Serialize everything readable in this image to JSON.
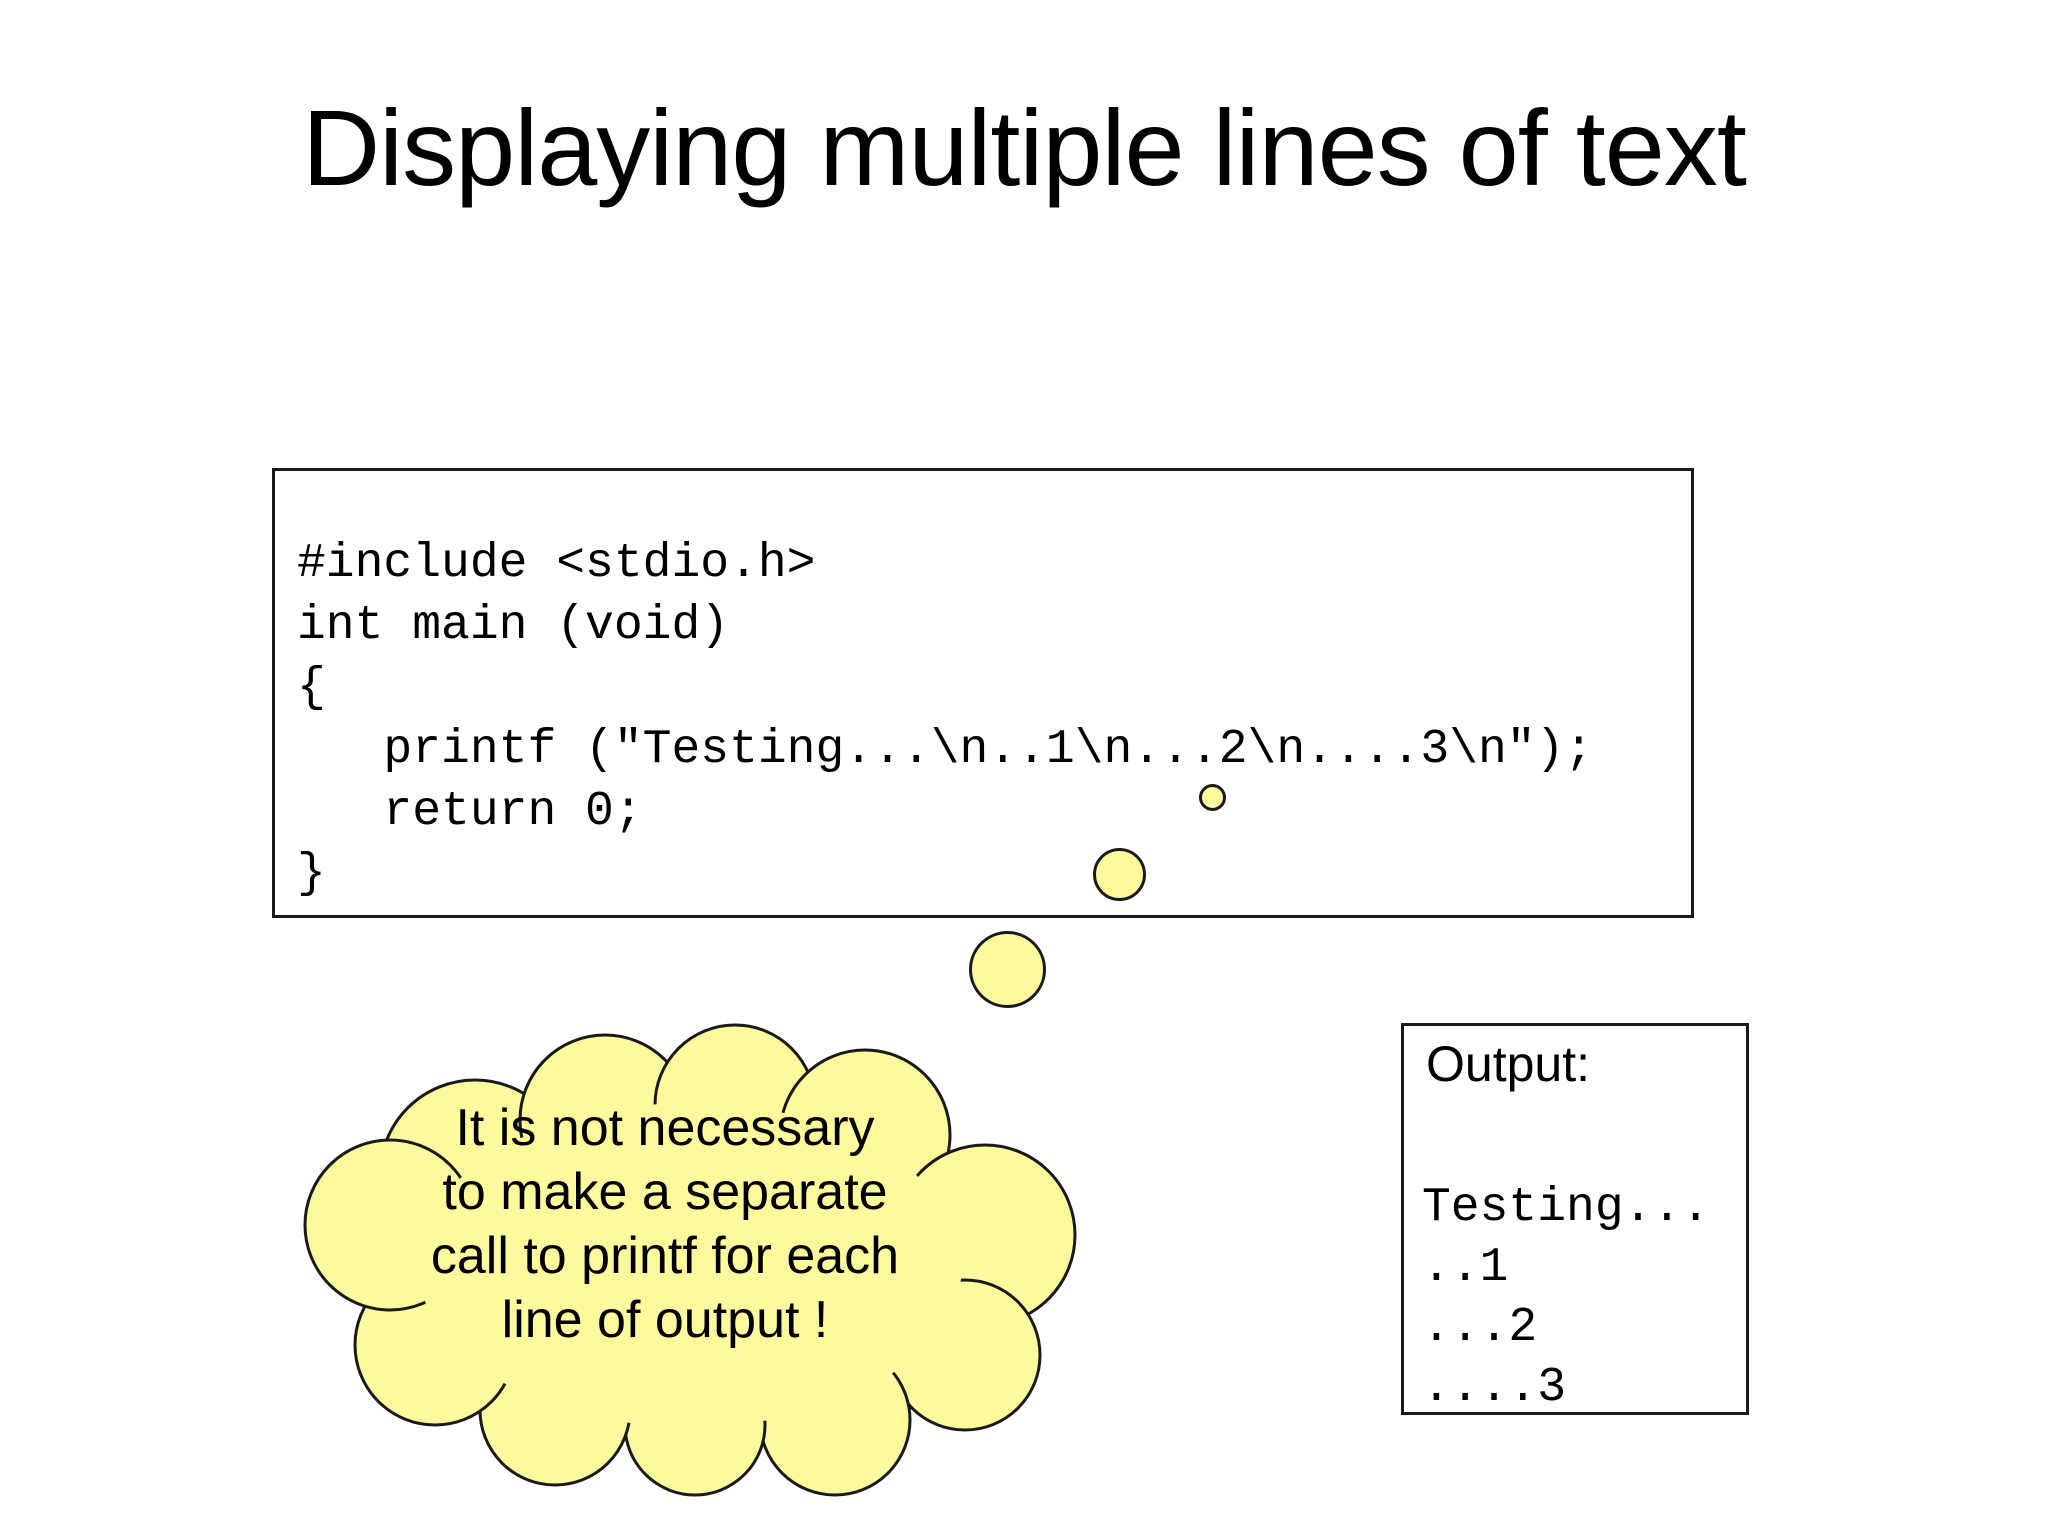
{
  "slide": {
    "title": "Displaying multiple lines of text",
    "background_color": "#ffffff",
    "text_color": "#000000",
    "bubble_fill_color": "#fcfa9c",
    "outline_color": "#1a1a1a"
  },
  "code_box": {
    "lines": [
      "#include <stdio.h>",
      "int main (void)",
      "{",
      "   printf (\"Testing...\\n..1\\n...2\\n....3\\n\");",
      "   return 0;",
      "}"
    ]
  },
  "thought_bubble": {
    "lines": [
      "It is not necessary",
      "to make a separate",
      "call to printf for each",
      "line of output !"
    ]
  },
  "output_box": {
    "label": "Output:",
    "lines": [
      "Testing...",
      "..1",
      "...2",
      "....3"
    ]
  }
}
